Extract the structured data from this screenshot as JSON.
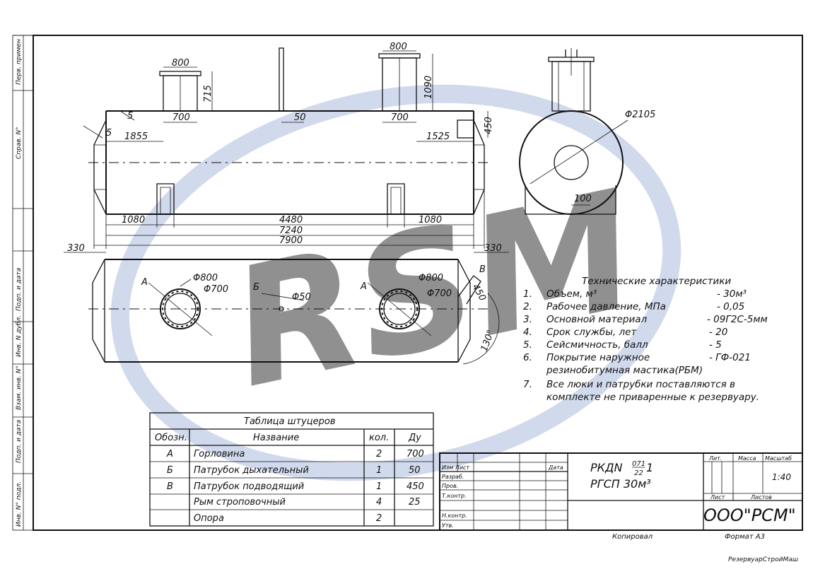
{
  "drawing": {
    "watermark": {
      "text": "RSM",
      "color": "#c9d3ea"
    },
    "dims": {
      "top_neck_left": "800",
      "top_neck_right": "800",
      "neck_height": "715",
      "neck_height_right": "1090",
      "neck_inner_left": "700",
      "neck_inner_right": "700",
      "small_pipe": "50",
      "wall": "5",
      "wall_side": "5",
      "left_offset": "1855",
      "right_offset": "1525",
      "side_pipe": "450",
      "support_left": "1080",
      "support_mid": "4480",
      "support_right": "1080",
      "body_len": "7240",
      "total_len": "7900",
      "ext_left": "330",
      "ext_right": "330",
      "diameter": "Φ2105",
      "support_side": "100",
      "flangeA1_outer": "Φ800",
      "flangeA1_inner": "Φ700",
      "flangeA2_outer": "Φ800",
      "flangeA2_inner": "Φ700",
      "pipe_b": "Φ50",
      "pipe_v": "450",
      "angle": "130°",
      "label_a1": "А",
      "label_a2": "А",
      "label_b": "Б",
      "label_v": "В"
    }
  },
  "tech": {
    "title": "Технические характеристики",
    "items": [
      {
        "n": "1.",
        "label": "Объем, м³",
        "value": "- 30м³"
      },
      {
        "n": "2.",
        "label": "Рабочее давление, МПа",
        "value": "- 0,05"
      },
      {
        "n": "3.",
        "label": "Основной материал",
        "value": "- 09Г2С-5мм"
      },
      {
        "n": "4.",
        "label": "Срок службы, лет",
        "value": "- 20"
      },
      {
        "n": "5.",
        "label": "Сейсмичность, балл",
        "value": "- 5"
      },
      {
        "n": "6.",
        "label": "Покрытие наружное",
        "value": "- ГФ-021"
      },
      {
        "n": "",
        "label": "резинобитумная мастика(РБМ)",
        "value": ""
      },
      {
        "n": "7.",
        "label": "Все люки и патрубки поставляются в",
        "value": ""
      },
      {
        "n": "",
        "label": "комплекте не приваренные к резервуару.",
        "value": ""
      }
    ]
  },
  "nozzles": {
    "title": "Таблица штуцеров",
    "headers": [
      "Обозн.",
      "Название",
      "кол.",
      "Ду"
    ],
    "rows": [
      [
        "А",
        "Горловина",
        "2",
        "700"
      ],
      [
        "Б",
        "Патрубок дыхательный",
        "1",
        "50"
      ],
      [
        "В",
        "Патрубок подводящий",
        "1",
        "450"
      ],
      [
        "",
        "Рым строповочный",
        "4",
        "25"
      ],
      [
        "",
        "Опора",
        "2",
        ""
      ]
    ]
  },
  "stamp": {
    "code_prefix": "РКДN",
    "code_num": "071",
    "code_den": "22",
    "code_suffix": "1",
    "name": "РГСП 30м³",
    "company": "ООО\"РСМ\"",
    "lit": "Лит.",
    "mass": "Масса",
    "scale_label": "Масштаб",
    "scale": "1:40",
    "sheet": "Лист",
    "sheets": "Листов",
    "rows": [
      "Изм Лист",
      "Разраб.",
      "Пров.",
      "Т.контр.",
      "",
      "Н.контр.",
      "Утв."
    ],
    "date": "Дата"
  },
  "left_strip": [
    "Перв. примен",
    "Справ. N°",
    "Подп. и дата",
    "Инв. N дубл.",
    "Взам. инв. N°",
    "Подп. и дата",
    "Инв. N° подл."
  ],
  "footer": {
    "copied": "Копировал",
    "format": "Формат А3",
    "mark": "РезервуарСтройМаш"
  }
}
